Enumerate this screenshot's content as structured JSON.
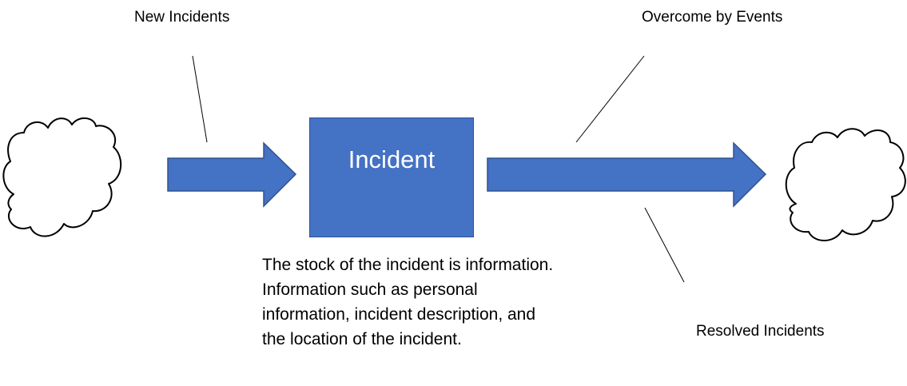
{
  "diagram": {
    "stock": {
      "title": "Incident",
      "fill": "#4472c4",
      "border": "#2f528f",
      "text_color": "#ffffff"
    },
    "inflow": {
      "label": "New Incidents"
    },
    "outflows": [
      {
        "label": "Overcome by Events"
      },
      {
        "label": "Resolved Incidents"
      }
    ],
    "description": "The stock of the incident is information. Information such as personal information, incident description, and the location of the incident.",
    "colors": {
      "arrow_fill": "#4472c4",
      "arrow_stroke": "#2f528f",
      "cloud_stroke": "#000000"
    },
    "icons": {
      "source": "cloud-source-icon",
      "sink": "cloud-sink-icon"
    }
  }
}
